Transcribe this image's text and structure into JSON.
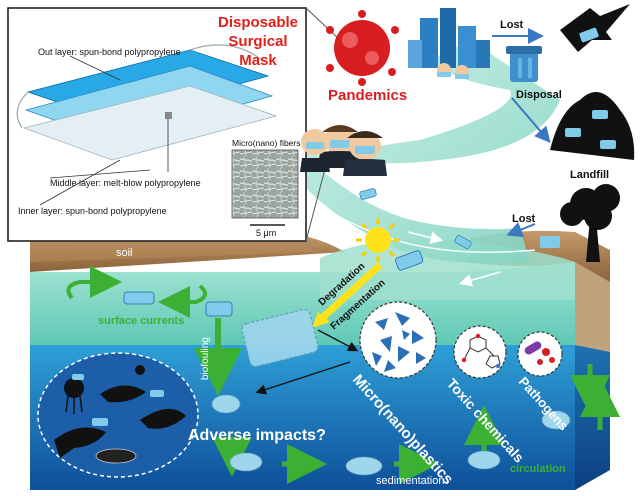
{
  "inset": {
    "title_lines": [
      "Disposable",
      "Surgical",
      "Mask"
    ],
    "out_layer": "Out layer: spun-bond polypropylene",
    "middle_layer": "Middle layer: melt-blow polypropylene",
    "inner_layer": "Inner layer: spun-bond polypropylene",
    "fibers_label": "Micro(nano) fibers",
    "scale_bar": "5 μm"
  },
  "upper": {
    "pandemics": "Pandemics",
    "lost_top": "Lost",
    "disposal": "Disposal",
    "landfill": "Landfill",
    "lost_right": "Lost"
  },
  "block": {
    "soil": "soil",
    "surface_currents": "surface currents",
    "degradation": "Degradation",
    "fragmentation": "Fragmentation",
    "biofouling": "biofouling",
    "micro_plastics": "Micro(nano)plastics",
    "toxic_chemicals": "Toxic chemicals",
    "pathogens": "Pathogens",
    "adverse_impacts": "Adverse impacts?",
    "sedimentation": "sedimentation",
    "circulation": "circulation"
  },
  "colors": {
    "title_red": "#e0201b",
    "pandemic_red": "#d91e22",
    "green_label": "#3cb034",
    "soil_brown": "#a87b4e",
    "shallow_water": "#7fd3c1",
    "deep_water": "#1f7fc3",
    "mask_blue": "#6cc3e8"
  }
}
